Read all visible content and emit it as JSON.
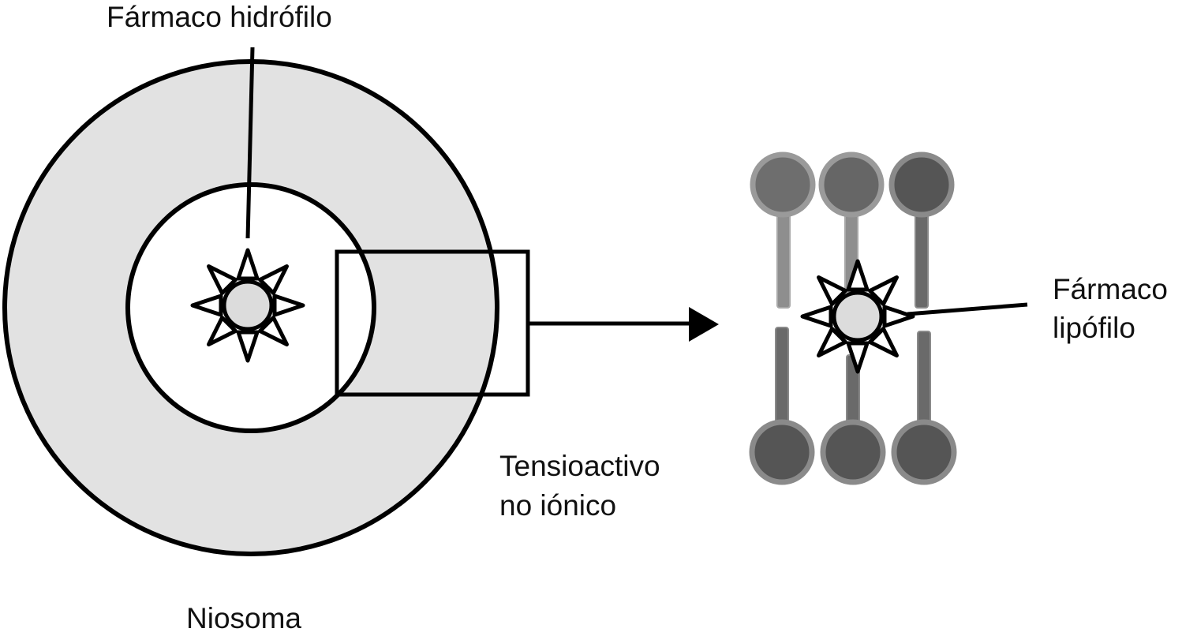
{
  "labels": {
    "hydrophilic_drug": "Fármaco hidrófilo",
    "lipophilic_drug_line1": "Fármaco",
    "lipophilic_drug_line2": "lipófilo",
    "surfactant_line1": "Tensioactivo",
    "surfactant_line2": "no iónico",
    "niosome": "Niosoma"
  },
  "colors": {
    "outline": "#000000",
    "shell_fill": "#e2e2e2",
    "core_fill": "#ffffff",
    "drug_core": "#dcdcdc",
    "surfactant_head_light": "#6e6e6e",
    "surfactant_head_mid": "#666666",
    "surfactant_head_dark": "#555555",
    "surfactant_rim": "#9a9a9a",
    "surfactant_tail_light": "#9a9a9a",
    "surfactant_tail_dark": "#6a6a6a"
  }
}
